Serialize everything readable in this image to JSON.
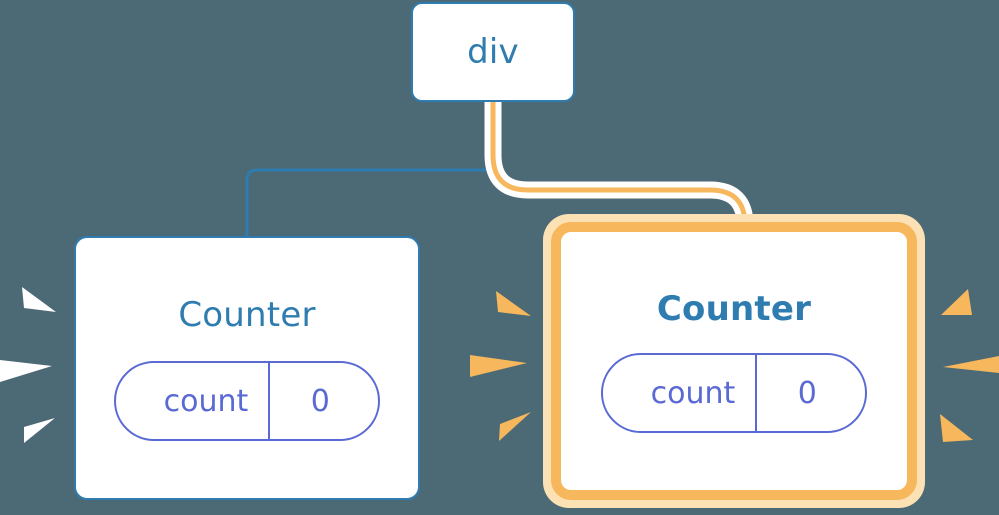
{
  "diagram": {
    "type": "component-tree",
    "background_color": "#4c6a75",
    "nodes": [
      {
        "id": "root",
        "label": "div",
        "style": "plain",
        "border_color": "#2e7cb0",
        "text_color": "#2e7cb0"
      },
      {
        "id": "counter-left",
        "label": "Counter",
        "style": "plain",
        "border_color": "#2e7cb0",
        "text_color": "#2e7cb0",
        "highlighted": false,
        "spark_color": "#ffffff",
        "state": {
          "key": "count",
          "value": "0",
          "color": "#5a6ad4"
        }
      },
      {
        "id": "counter-right",
        "label": "Counter",
        "style": "highlighted",
        "border_color": "#f7b75c",
        "glow_color": "#fbe1b3",
        "text_color": "#2e7cb0",
        "highlighted": true,
        "spark_color": "#f7b75c",
        "state": {
          "key": "count",
          "value": "0",
          "color": "#5a6ad4"
        }
      }
    ],
    "edges": [
      {
        "id": "edge-root-left",
        "from": "root",
        "to": "counter-left",
        "color": "#2e7cb0",
        "highlighted": false
      },
      {
        "id": "edge-root-right",
        "from": "root",
        "to": "counter-right",
        "color": "#f7b75c",
        "halo_color": "#ffffff",
        "highlighted": true
      }
    ]
  }
}
